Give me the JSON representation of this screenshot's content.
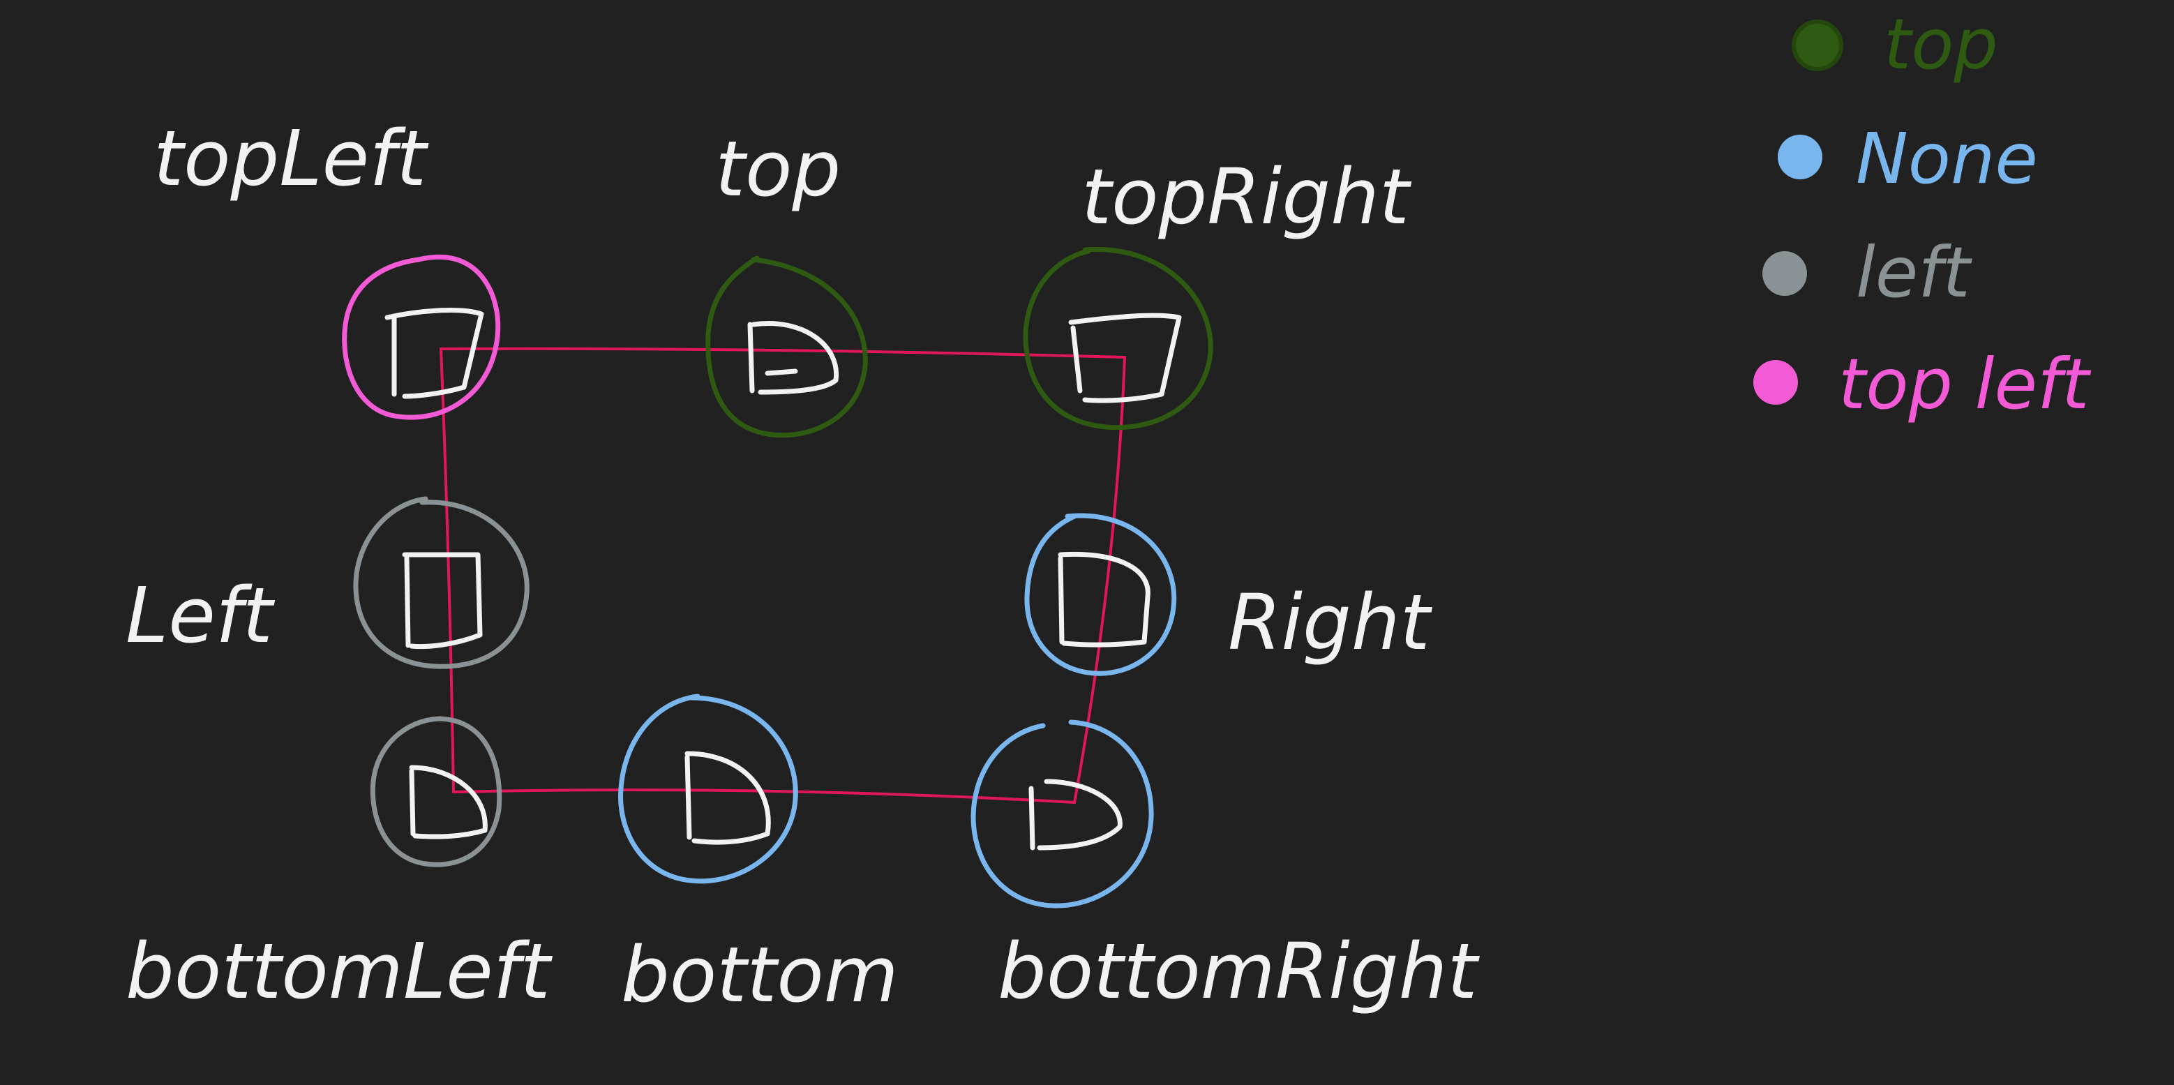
{
  "colors": {
    "background": "#212121",
    "ink": "#f2f2f2",
    "connector": "#e0185a",
    "top": "#2f5a12",
    "none": "#7ab6ee",
    "left": "#8a9296",
    "top_left": "#f25ad6"
  },
  "labels": {
    "top_left": "topLeft",
    "top": "top",
    "top_right": "topRight",
    "left": "Left",
    "right": "Right",
    "bottom_left": "bottomLeft",
    "bottom": "bottom",
    "bottom_right": "bottomRight"
  },
  "legend": [
    {
      "label": "top",
      "color": "#2f5a12"
    },
    {
      "label": "None",
      "color": "#7ab6ee"
    },
    {
      "label": "left",
      "color": "#8a9296"
    },
    {
      "label": "top left",
      "color": "#f25ad6"
    }
  ],
  "nodes": [
    {
      "id": "top-left",
      "ring": "top_left",
      "icon": "square"
    },
    {
      "id": "top",
      "ring": "top",
      "icon": "rounded"
    },
    {
      "id": "top-right",
      "ring": "top",
      "icon": "square"
    },
    {
      "id": "left",
      "ring": "left",
      "icon": "square"
    },
    {
      "id": "right",
      "ring": "none",
      "icon": "rounded"
    },
    {
      "id": "bottom-left",
      "ring": "left",
      "icon": "rounded"
    },
    {
      "id": "bottom",
      "ring": "none",
      "icon": "rounded"
    },
    {
      "id": "bottom-right",
      "ring": "none",
      "icon": "rounded"
    }
  ]
}
